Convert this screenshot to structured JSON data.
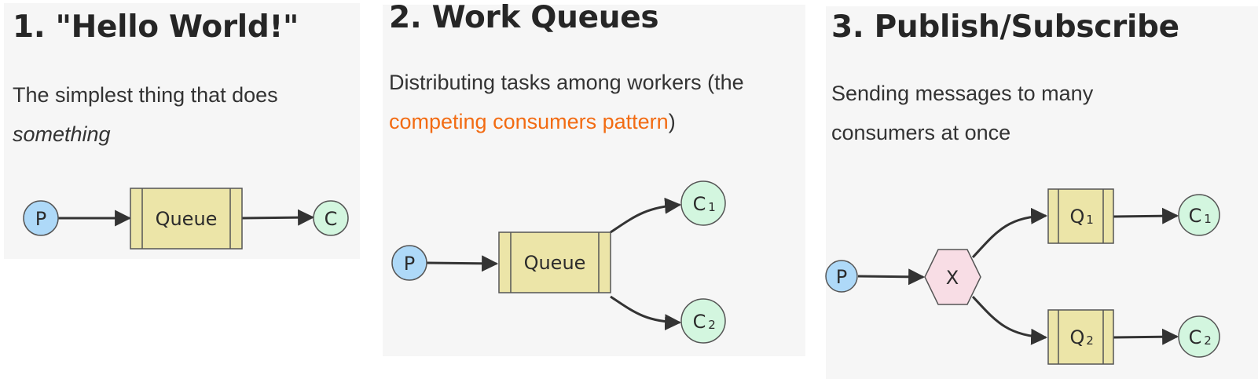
{
  "cards": [
    {
      "title": "1. \"Hello World!\"",
      "desc_plain": "The simplest thing that does",
      "desc_em": "something"
    },
    {
      "title": "2. Work Queues",
      "desc_plain": "Distributing tasks among workers (the",
      "desc_link": "competing consumers pattern",
      "desc_tail": ")"
    },
    {
      "title": "3. Publish/Subscribe",
      "desc_plain": "Sending messages to many consumers at once"
    }
  ],
  "diagram_labels": {
    "producer": "P",
    "consumer": "C",
    "queue": "Queue",
    "exchange": "X",
    "consumer_letter": "C",
    "queue_letter": "Q",
    "sub1": "1",
    "sub2": "2"
  },
  "colors": {
    "producer": "#aed9f8",
    "consumer": "#d3f6df",
    "queue": "#ece5a8",
    "exchange": "#f8dde5",
    "link": "#f26b12"
  }
}
